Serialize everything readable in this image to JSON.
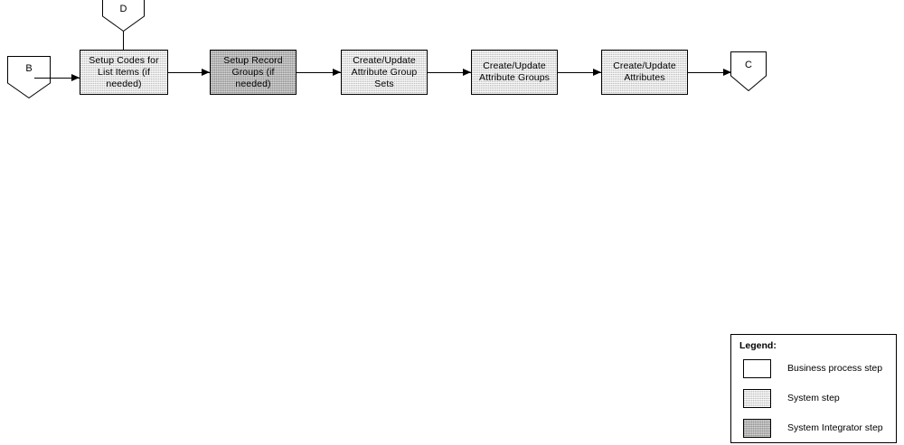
{
  "diagram": {
    "type": "flowchart",
    "nodes": [
      {
        "id": "conn-b",
        "kind": "off-page-connector",
        "label": "B"
      },
      {
        "id": "conn-d",
        "kind": "off-page-connector",
        "label": "D"
      },
      {
        "id": "conn-c",
        "kind": "off-page-connector",
        "label": "C"
      },
      {
        "id": "step-1",
        "kind": "system-step",
        "label": "Setup Codes for List Items (if needed)"
      },
      {
        "id": "step-2",
        "kind": "system-integrator-step",
        "label": "Setup Record Groups (if needed)"
      },
      {
        "id": "step-3",
        "kind": "system-step",
        "label": "Create/Update Attribute Group Sets"
      },
      {
        "id": "step-4",
        "kind": "system-step",
        "label": "Create/Update Attribute Groups"
      },
      {
        "id": "step-5",
        "kind": "system-step",
        "label": "Create/Update Attributes"
      }
    ],
    "edges": [
      {
        "from": "conn-b",
        "to": "step-1"
      },
      {
        "from": "conn-d",
        "to": "step-1"
      },
      {
        "from": "step-1",
        "to": "step-2"
      },
      {
        "from": "step-2",
        "to": "step-3"
      },
      {
        "from": "step-3",
        "to": "step-4"
      },
      {
        "from": "step-4",
        "to": "step-5"
      },
      {
        "from": "step-5",
        "to": "conn-c"
      }
    ]
  },
  "legend": {
    "title": "Legend:",
    "items": [
      {
        "swatch": "business",
        "label": "Business process step"
      },
      {
        "swatch": "system",
        "label": "System step"
      },
      {
        "swatch": "integrator",
        "label": "System Integrator step"
      }
    ]
  },
  "colors": {
    "stroke": "#000000",
    "business_fill": "#ffffff",
    "system_fill": "#e3e3e3",
    "integrator_fill": "#b3b3b3",
    "background": "#ffffff"
  }
}
